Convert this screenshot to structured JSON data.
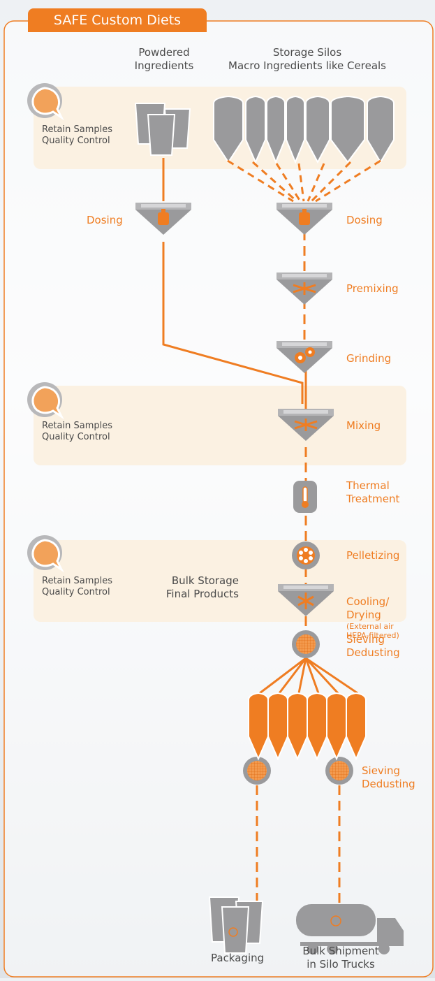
{
  "title": "SAFE Custom Diets",
  "header": {
    "powdered_line1": "Powdered",
    "powdered_line2": "Ingredients",
    "silos_line1": "Storage Silos",
    "silos_line2": "Macro Ingredients like Cereals"
  },
  "qc_label_line1": "Retain Samples",
  "qc_label_line2": "Quality Control",
  "steps": {
    "dosing_left": "Dosing",
    "dosing_right": "Dosing",
    "premixing": "Premixing",
    "grinding": "Grinding",
    "mixing": "Mixing",
    "thermal_line1": "Thermal",
    "thermal_line2": "Treatment",
    "pelletizing": "Pelletizing",
    "cooling_line1": "Cooling/",
    "cooling_line2": "Drying",
    "cooling_note1": "(External air",
    "cooling_note2": "HEPA-filtered)",
    "sieving1_line1": "Sieving",
    "sieving1_line2": "Dedusting",
    "bulk_line1": "Bulk Storage",
    "bulk_line2": "Final Products",
    "sieving2_line1": "Sieving",
    "sieving2_line2": "Dedusting",
    "packaging": "Packaging",
    "shipment_line1": "Bulk Shipment",
    "shipment_line2": "in Silo Trucks"
  },
  "colors": {
    "orange": "#ef7d22",
    "grey": "#9a9a9c",
    "band": "#fbf1e2",
    "text": "#4a4a4a"
  }
}
